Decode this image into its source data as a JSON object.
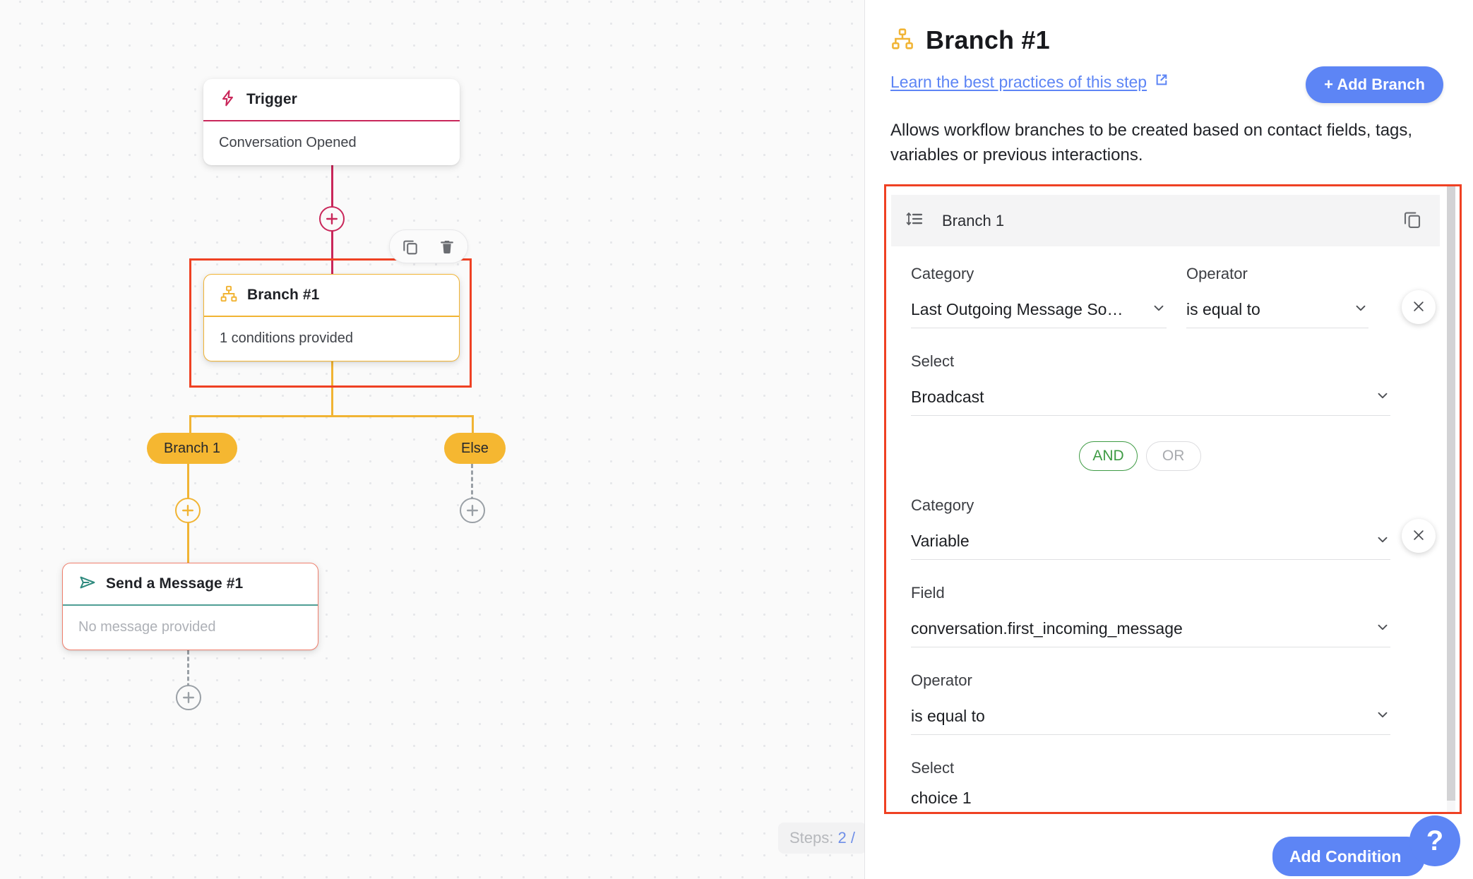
{
  "canvas": {
    "trigger_node": {
      "icon": "lightning-icon",
      "title": "Trigger",
      "body": "Conversation Opened"
    },
    "branch_node": {
      "icon": "branch-icon",
      "title": "Branch #1",
      "body": "1 conditions provided"
    },
    "message_node": {
      "icon": "send-icon",
      "title": "Send a Message #1",
      "body": "No message provided"
    },
    "branch_labels": {
      "branch_1": "Branch 1",
      "else": "Else"
    },
    "toolbar": {
      "copy_icon": "copy-icon",
      "delete_icon": "trash-icon"
    },
    "steps": {
      "prefix": "Steps:",
      "count": "2",
      "separator": "/"
    }
  },
  "panel": {
    "icon": "branch-icon",
    "title": "Branch #1",
    "learn_link": "Learn the best practices of this step",
    "learn_link_icon": "external-link-icon",
    "add_branch_label": "+ Add Branch",
    "description": "Allows workflow branches to be created based on contact fields, tags, variables or previous interactions.",
    "branch_card": {
      "sort_icon": "sort-icon",
      "label": "Branch 1",
      "duplicate_icon": "copy-icon"
    },
    "conditions": [
      {
        "category_label": "Category",
        "category_value": "Last Outgoing Message So…",
        "operator_label": "Operator",
        "operator_value": "is equal to",
        "select_label": "Select",
        "select_value": "Broadcast",
        "remove_icon": "close-icon"
      },
      {
        "category_label": "Category",
        "category_value": "Variable",
        "field_label": "Field",
        "field_value": "conversation.first_incoming_message",
        "operator_label": "Operator",
        "operator_value": "is equal to",
        "select_label": "Select",
        "select_value": "choice 1",
        "remove_icon": "close-icon"
      }
    ],
    "logic": {
      "and_label": "AND",
      "or_label": "OR",
      "active": "AND"
    },
    "footer": {
      "add_condition_label": "Add Condition",
      "help_label": "?"
    }
  },
  "colors": {
    "accent_blue": "#5d85f5",
    "trigger_crimson": "#c9275a",
    "branch_amber": "#f1b434",
    "message_teal": "#4f9e95",
    "selection_red": "#ef4123",
    "logic_green": "#3e9b44"
  }
}
